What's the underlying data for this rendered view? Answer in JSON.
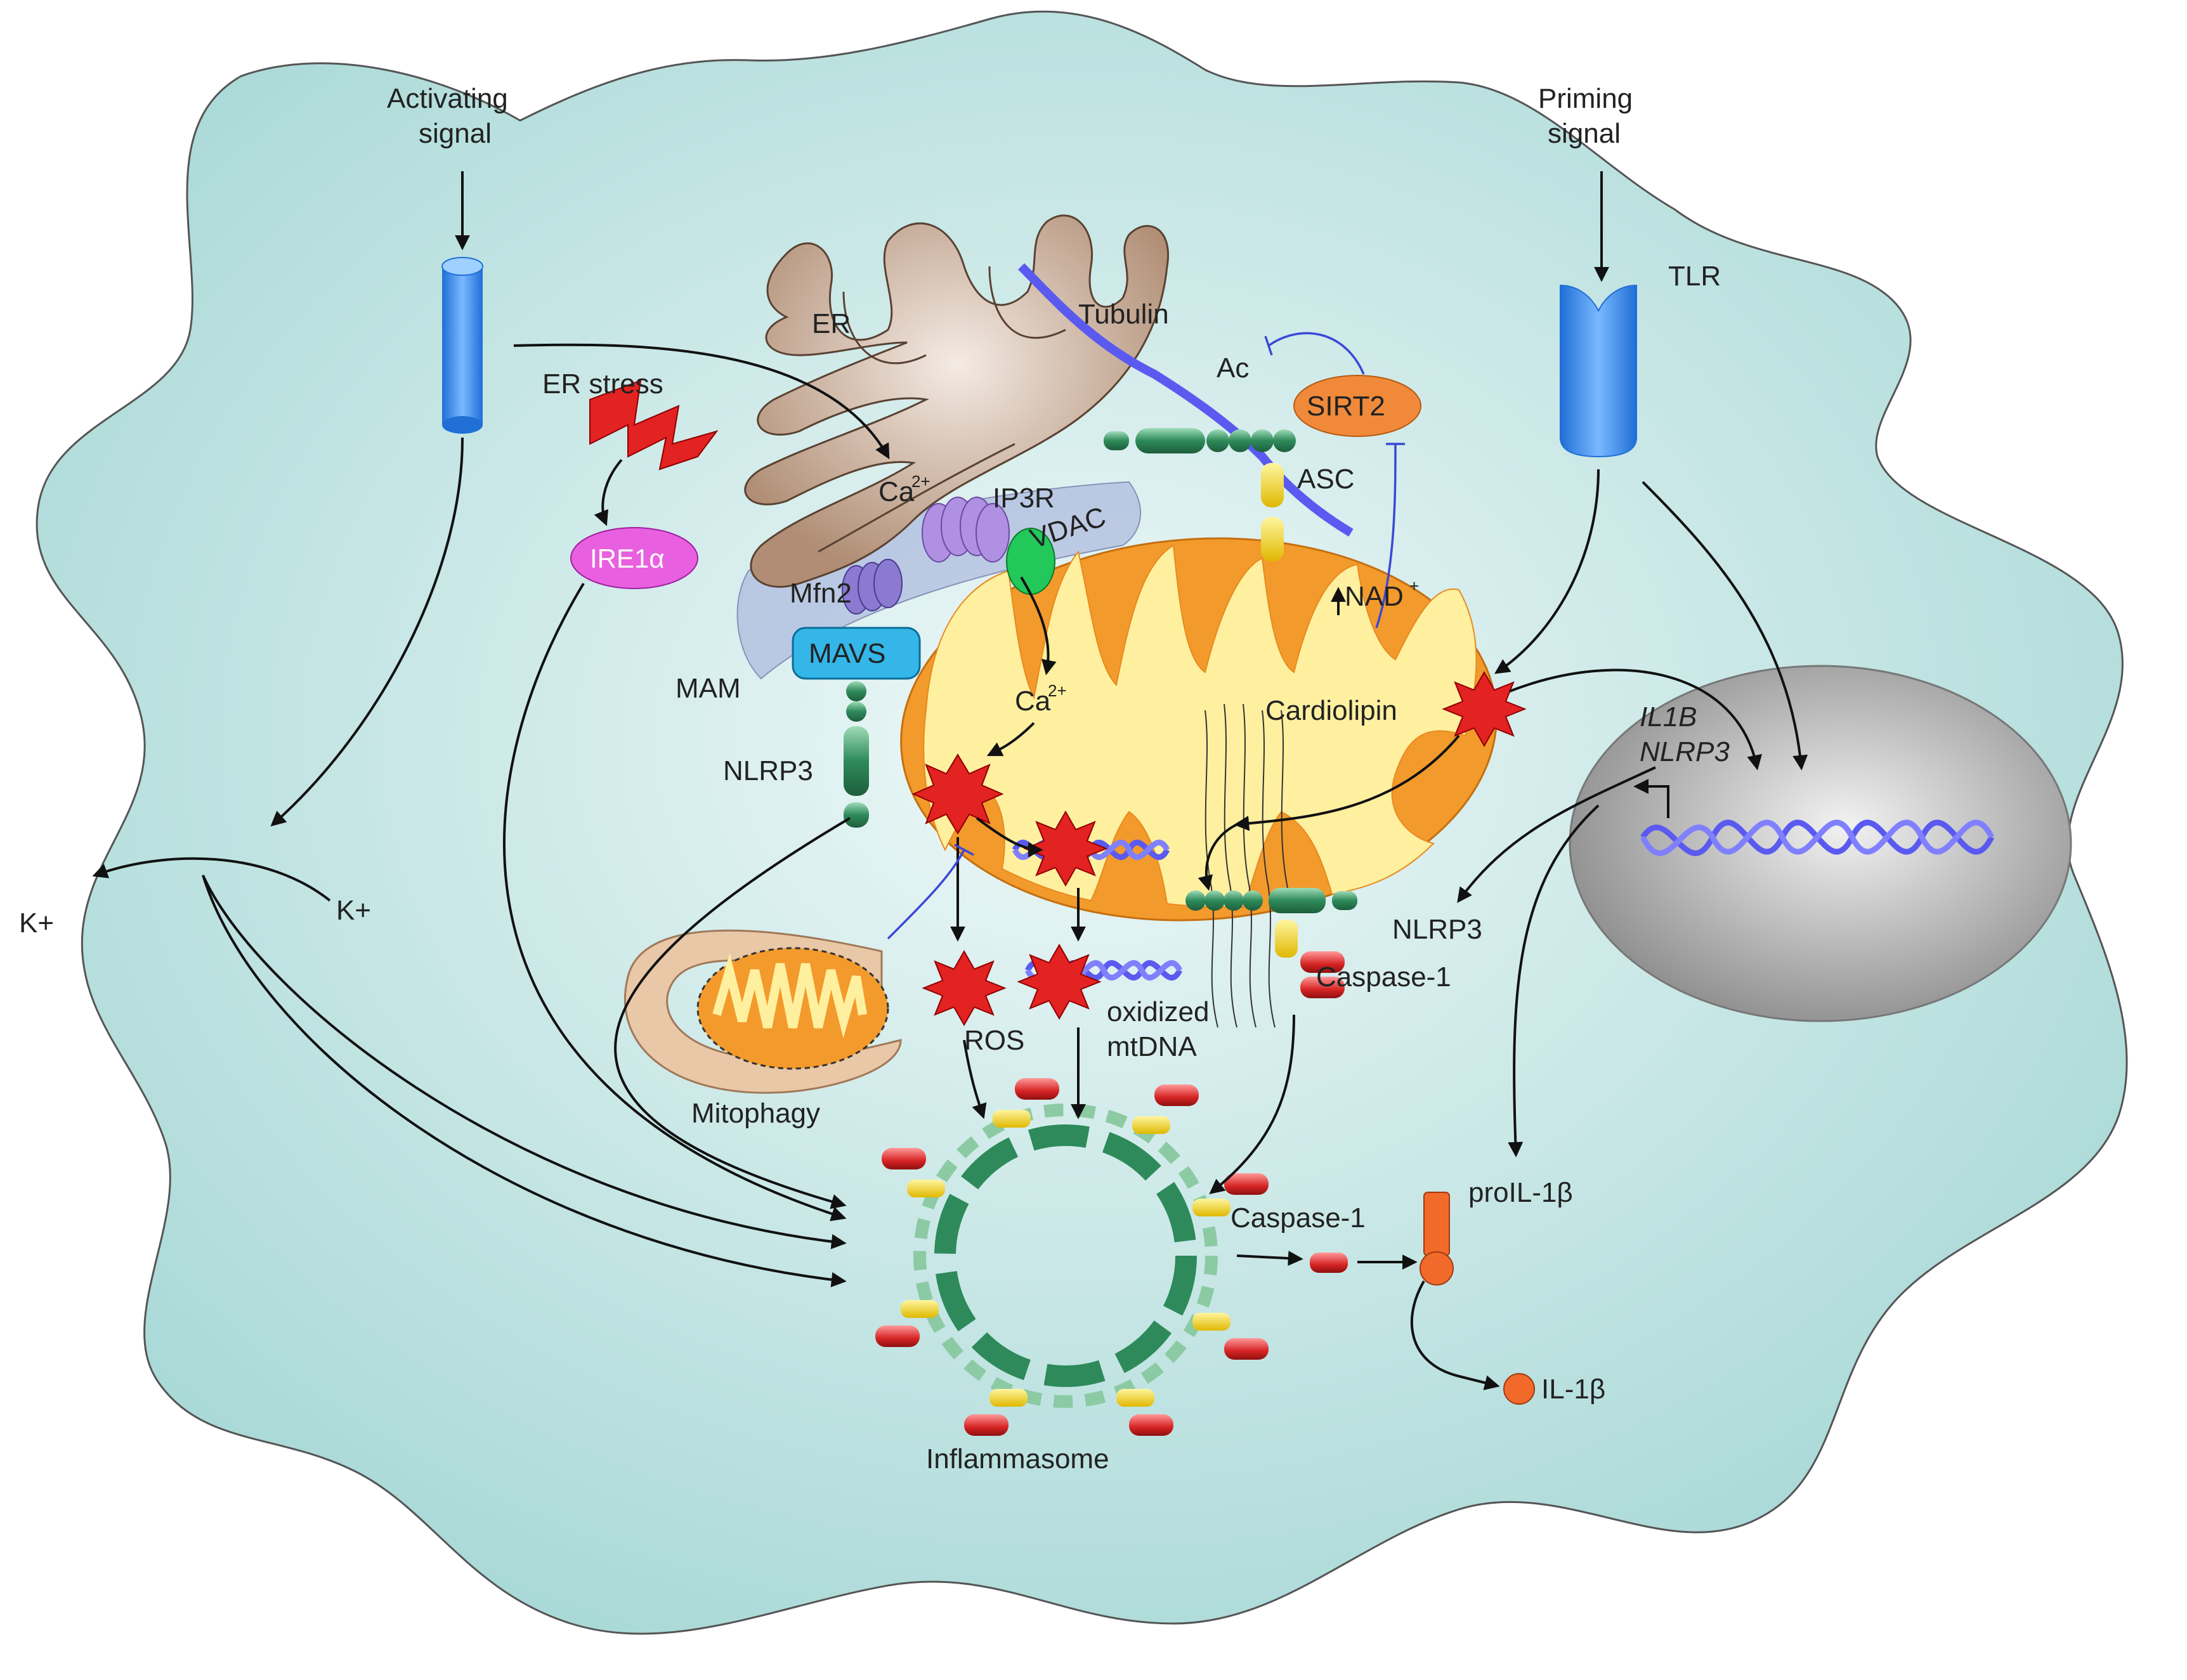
{
  "labels": {
    "activating_signal_1": "Activating",
    "activating_signal_2": "signal",
    "priming_signal_1": "Priming",
    "priming_signal_2": "signal",
    "tlr": "TLR",
    "er": "ER",
    "er_stress": "ER stress",
    "tubulin": "Tubulin",
    "ac": "Ac",
    "sirt2": "SIRT2",
    "asc": "ASC",
    "ca2_top": "Ca",
    "ca2_top_sup": "2+",
    "ip3r": "IP3R",
    "vdac": "VDAC",
    "ire1a": "IRE1α",
    "mfn2": "Mfn2",
    "mavs": "MAVS",
    "mam": "MAM",
    "nad": "NAD",
    "nad_sup": "+",
    "ca2_mito": "Ca",
    "ca2_mito_sup": "2+",
    "cardiolipin": "Cardiolipin",
    "nlrp3_left": "NLRP3",
    "nlrp3_right": "NLRP3",
    "caspase1_mito": "Caspase-1",
    "il1b_gene": "IL1B",
    "nlrp3_gene": "NLRP3",
    "k_out": "K+",
    "k_in": "K+",
    "mitophagy": "Mitophagy",
    "ros": "ROS",
    "oxidized_1": "oxidized",
    "oxidized_2": "mtDNA",
    "inflammasome": "Inflammasome",
    "caspase1_bottom": "Caspase-1",
    "proil1b": "proIL-1β",
    "il1b": "IL-1β"
  },
  "colors": {
    "cell": "#bfe4e2",
    "cell_edge": "#555555",
    "er": "#c6a58e",
    "mito_outer": "#f39a2c",
    "mito_inner": "#fff0a0",
    "nucleus": "#b8b8b8",
    "receptor": "#3f8fe8",
    "dna": "#5a5af0",
    "ros": "#e32222",
    "nlrp3": "#2e8a5a",
    "caspase": "#d62424",
    "asc": "#f0d020",
    "sirt2": "#f08a3a",
    "ire1a": "#e860e0",
    "mavs": "#34b6e8",
    "proil1b": "#f26a2a",
    "mam": "#a8b4dc"
  }
}
